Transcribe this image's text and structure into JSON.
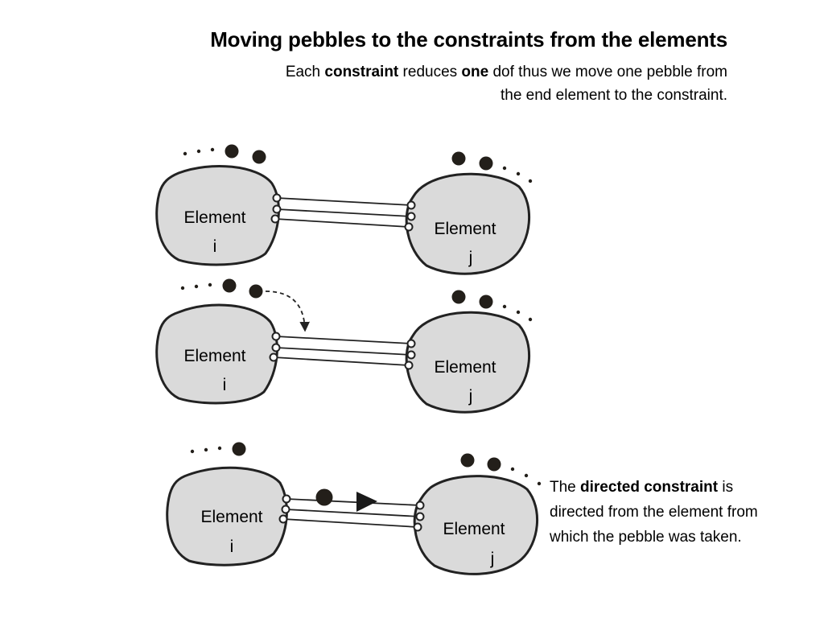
{
  "header": {
    "title": "Moving pebbles to the constraints from the elements",
    "subtitle": {
      "p1": "Each ",
      "b1": "constraint",
      "p2": " reduces ",
      "b2": "one",
      "p3": " dof thus we move one pebble from the end element to the constraint."
    }
  },
  "diagrams": {
    "d1": {
      "left": {
        "name": "Element",
        "index": "i"
      },
      "right": {
        "name": "Element",
        "index": "j"
      }
    },
    "d2": {
      "left": {
        "name": "Element",
        "index": "i"
      },
      "right": {
        "name": "Element",
        "index": "j"
      }
    },
    "d3": {
      "left": {
        "name": "Element",
        "index": "i"
      },
      "right": {
        "name": "Element",
        "index": "j"
      }
    }
  },
  "note": {
    "p1": "The ",
    "b1": "directed constraint",
    "p2": " is directed from the element from which the pebble was taken."
  },
  "colors": {
    "element_fill": "#dadada",
    "outline": "#222222",
    "pebble": "#231f1a"
  },
  "icons": {
    "pebble": "pebble-icon",
    "direction": "arrow-triangle-icon",
    "move": "dashed-curved-arrow-icon"
  }
}
